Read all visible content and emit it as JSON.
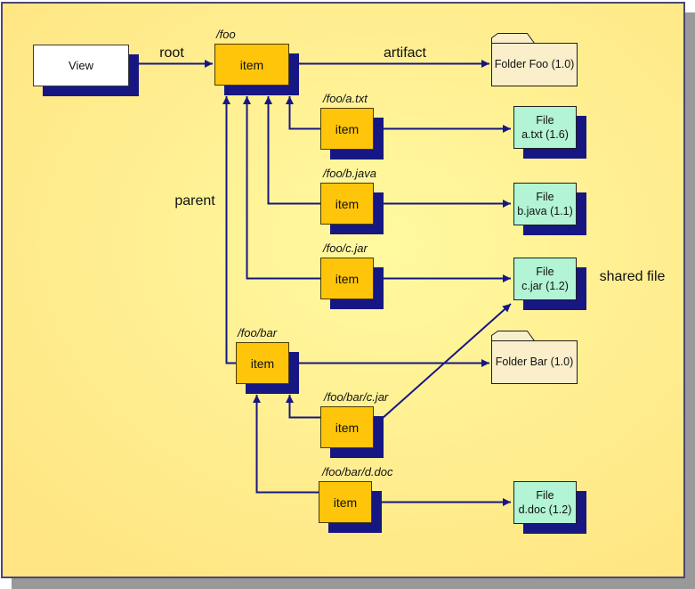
{
  "colors": {
    "page_bg": "#ffffff",
    "panel_border": "#4c4677",
    "panel_shadow": "#999999",
    "panel_bg_center": "#fff9a0",
    "panel_bg_edge": "#ffe583",
    "shape_shadow": "#171783",
    "connector": "#171783",
    "item_fill": "#ffc50a",
    "file_fill": "#b2f4d4",
    "folder_fill": "#faeecb",
    "view_fill": "#ffffff",
    "text": "#111111"
  },
  "view_node": {
    "label": "View"
  },
  "edge_labels": {
    "root": "root",
    "artifact": "artifact",
    "parent": "parent",
    "shared_file": "shared file"
  },
  "items": [
    {
      "path": "/foo",
      "label": "item"
    },
    {
      "path": "/foo/a.txt",
      "label": "item"
    },
    {
      "path": "/foo/b.java",
      "label": "item"
    },
    {
      "path": "/foo/c.jar",
      "label": "item"
    },
    {
      "path": "/foo/bar",
      "label": "item"
    },
    {
      "path": "/foo/bar/c.jar",
      "label": "item"
    },
    {
      "path": "/foo/bar/d.doc",
      "label": "item"
    }
  ],
  "folders": [
    {
      "label": "Folder Foo (1.0)"
    },
    {
      "label": "Folder Bar (1.0)"
    }
  ],
  "files": [
    {
      "type": "File",
      "name": "a.txt (1.6)"
    },
    {
      "type": "File",
      "name": "b.java (1.1)"
    },
    {
      "type": "File",
      "name": "c.jar (1.2)"
    },
    {
      "type": "File",
      "name": "d.doc (1.2)"
    }
  ]
}
